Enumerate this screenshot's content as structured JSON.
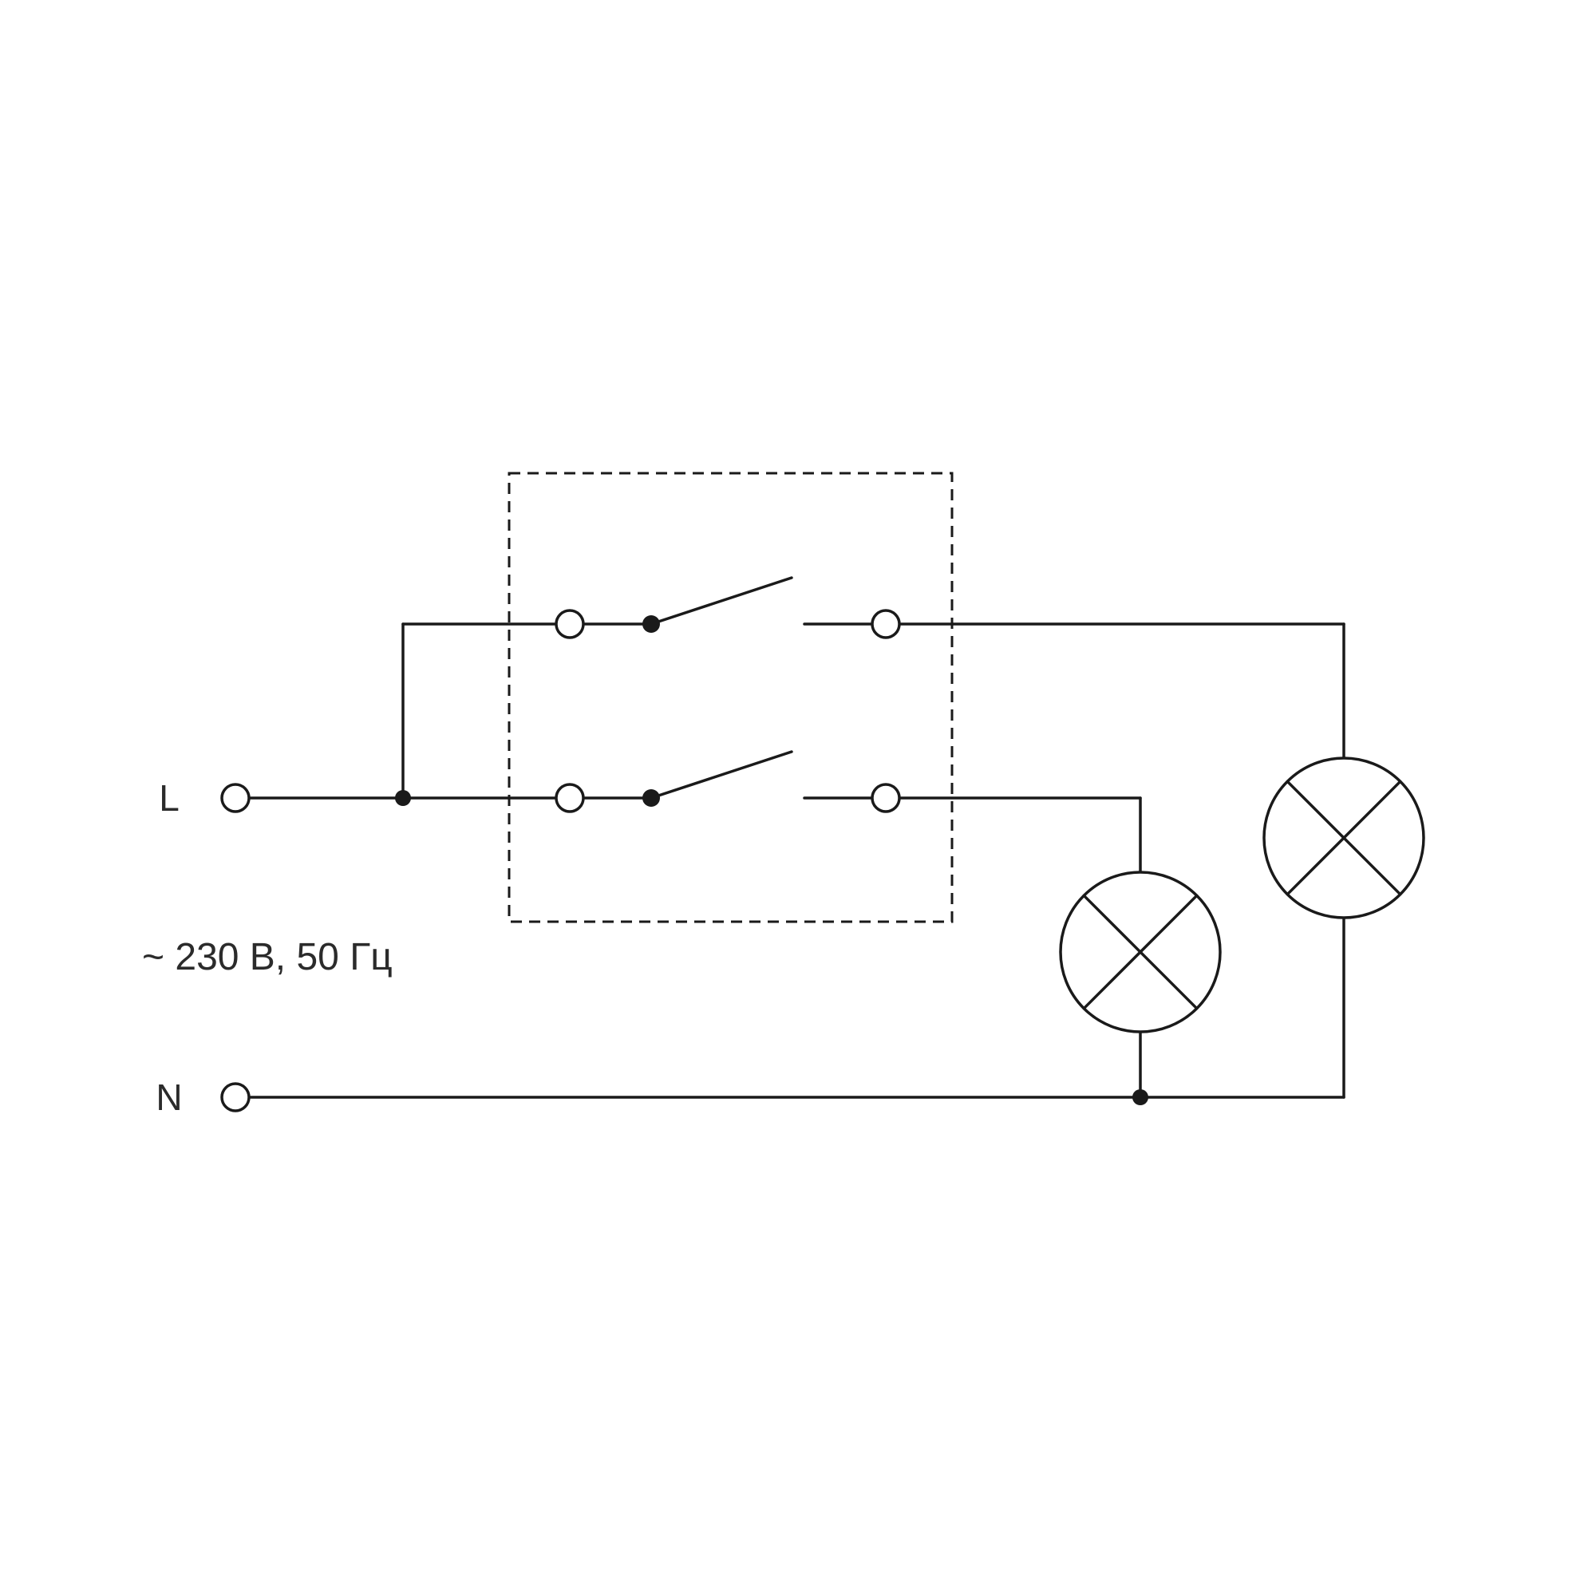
{
  "diagram": {
    "title": "two-gang-switch-wiring-diagram",
    "labels": {
      "line": "L",
      "neutral": "N",
      "rating": "~ 230 В, 50 Гц"
    },
    "components": {
      "switch_unit": "two-gang switch (dashed enclosure)",
      "switch_count": 2,
      "lamp_count": 2
    },
    "colors": {
      "line": "#1a1a1a",
      "background": "#ffffff",
      "text": "#2b2b2b"
    }
  }
}
